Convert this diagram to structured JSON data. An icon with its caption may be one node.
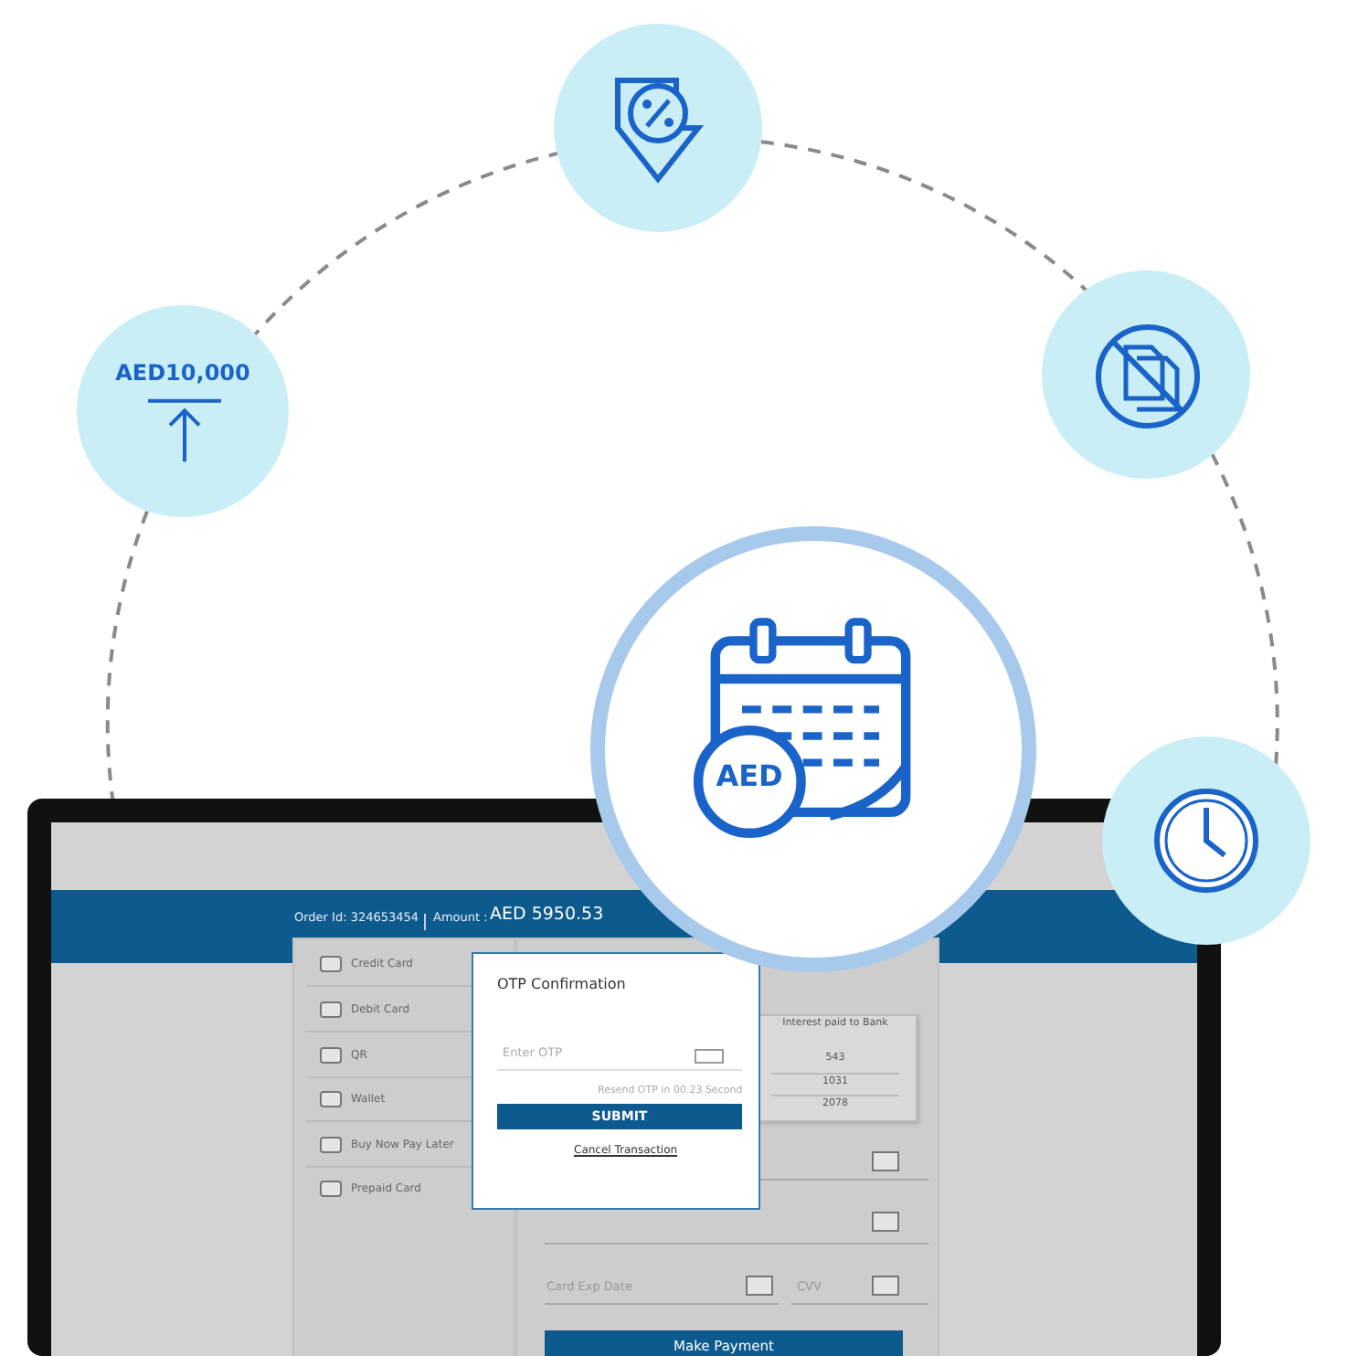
{
  "diagram": {
    "nodes": [
      {
        "text": [
          "AED10,000"
        ]
      },
      {
        "text": [],
        "shape": "circle"
      },
      {
        "text": [
          "AED"
        ]
      },
      {
        "text": [],
        "shape": "circle"
      },
      {
        "text": [],
        "shape": "circle"
      }
    ],
    "labels": [
      "Order Id: 324653454",
      "Amount :",
      "AED 5950.53",
      "Credit Card",
      "Debit Card",
      "QR",
      "Wallet",
      "Buy Now Pay Later",
      "Prepaid Card",
      "OTP Confirmation",
      "Enter OTP",
      "Resend  OTP in 00.23 Second",
      "SUBMIT",
      "Cancel Transaction",
      "Interest paid to Bank",
      "543",
      "1031",
      "2078",
      "Card Exp Date",
      "CVV",
      "Make Payment"
    ]
  }
}
